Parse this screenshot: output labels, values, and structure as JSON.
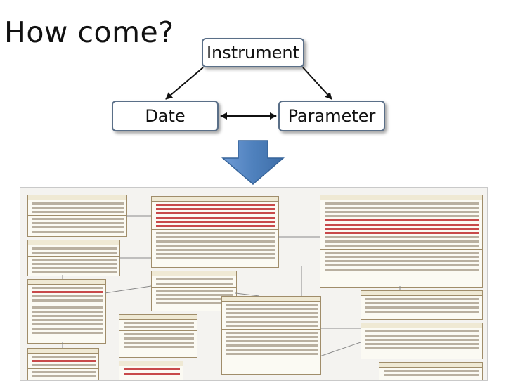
{
  "slide": {
    "title": "How come?"
  },
  "diagram": {
    "nodes": {
      "instrument": "Instrument",
      "date": "Date",
      "parameter": "Parameter"
    },
    "edges": [
      {
        "from": "instrument",
        "to": "date",
        "arrow": "end"
      },
      {
        "from": "instrument",
        "to": "parameter",
        "arrow": "end"
      },
      {
        "from": "date",
        "to": "parameter",
        "arrow": "both"
      }
    ],
    "down_arrow_color": "#4f81bd"
  },
  "uml_image": {
    "description_icon": "class-diagram-thumbnail"
  }
}
